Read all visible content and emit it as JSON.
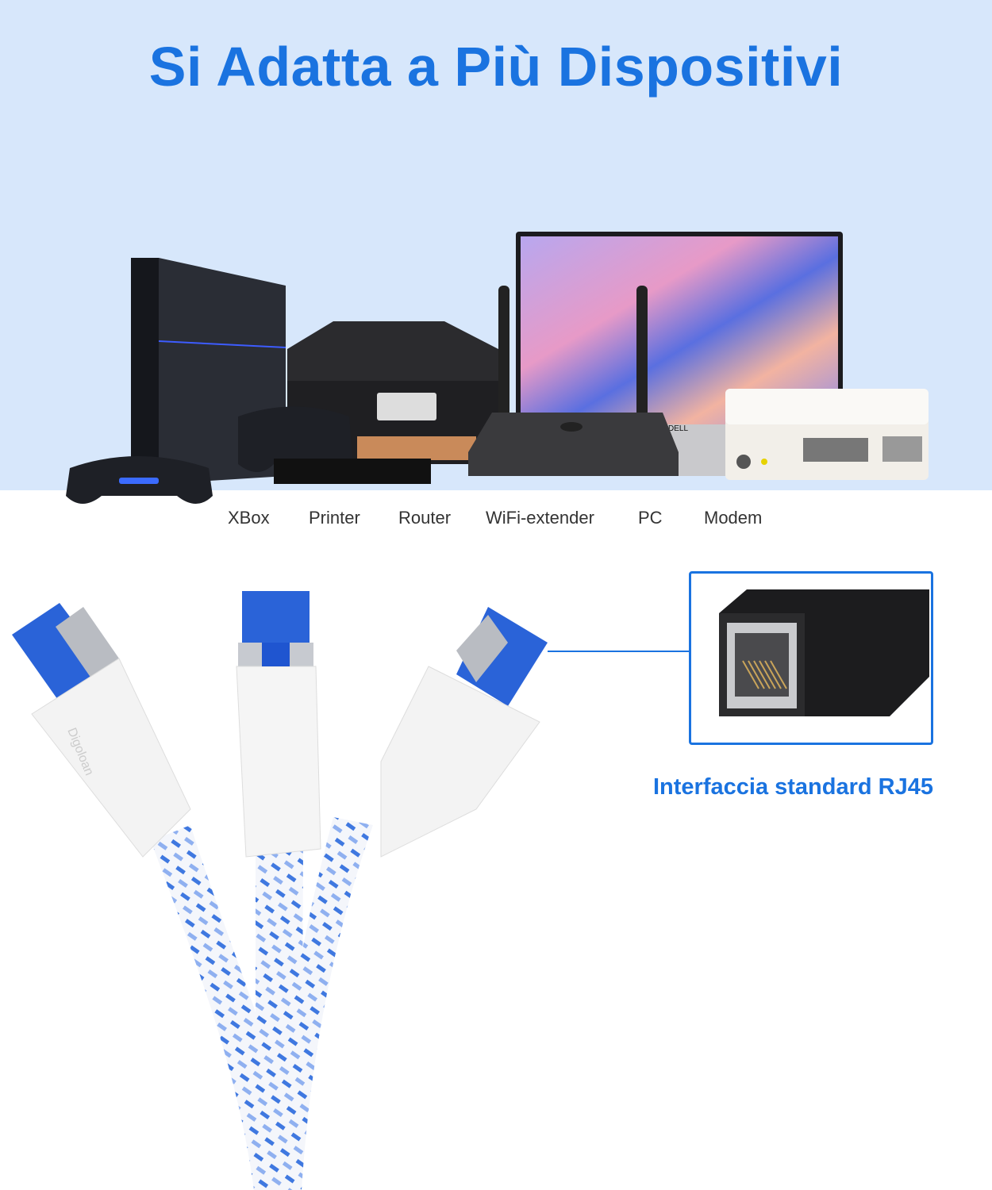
{
  "title": "Si Adatta a Più Dispositivi",
  "devices": {
    "labels": [
      "XBox",
      "Printer",
      "Router",
      "WiFi-extender",
      "PC",
      "Modem"
    ]
  },
  "cable": {
    "brand_logo_text": "Digoloan"
  },
  "inset": {
    "caption": "Interfaccia standard RJ45"
  },
  "colors": {
    "accent": "#1a73e0",
    "top_background": "#d7e7fb",
    "cable_blue": "#2a63d8"
  }
}
